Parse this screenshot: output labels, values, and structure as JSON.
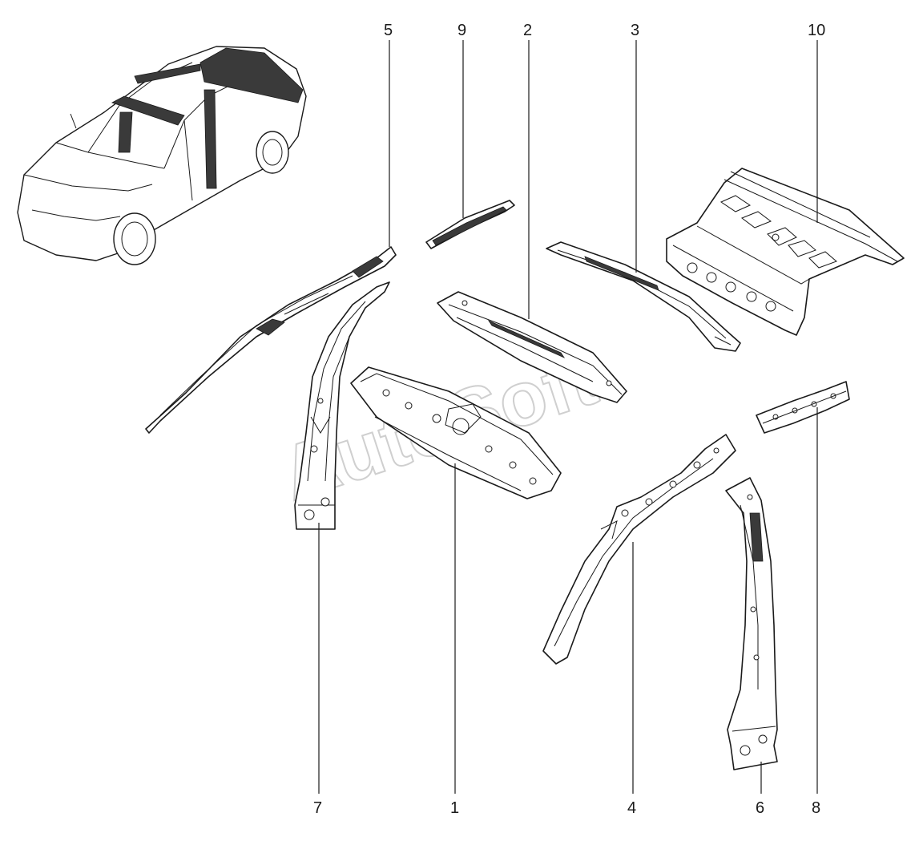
{
  "watermark": "AutoSoft",
  "callouts": {
    "c1": "1",
    "c2": "2",
    "c3": "3",
    "c4": "4",
    "c5": "5",
    "c6": "6",
    "c7": "7",
    "c8": "8",
    "c9": "9",
    "c10": "10"
  }
}
